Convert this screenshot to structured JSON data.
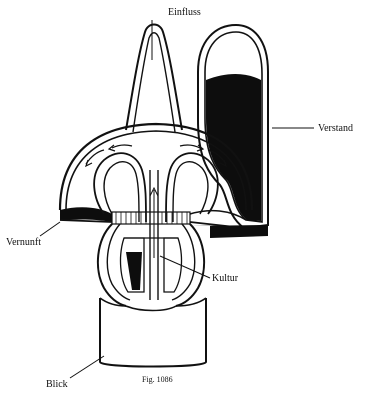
{
  "figure": {
    "labels": {
      "einfluss": "Einfluss",
      "verstand": "Verstand",
      "vernunft": "Vernunft",
      "kultur": "Kultur",
      "blick": "Blick"
    },
    "caption": "Fig. 1086"
  },
  "colors": {
    "ink": "#111111",
    "fill": "#0d0d0d",
    "paper": "#ffffff"
  }
}
